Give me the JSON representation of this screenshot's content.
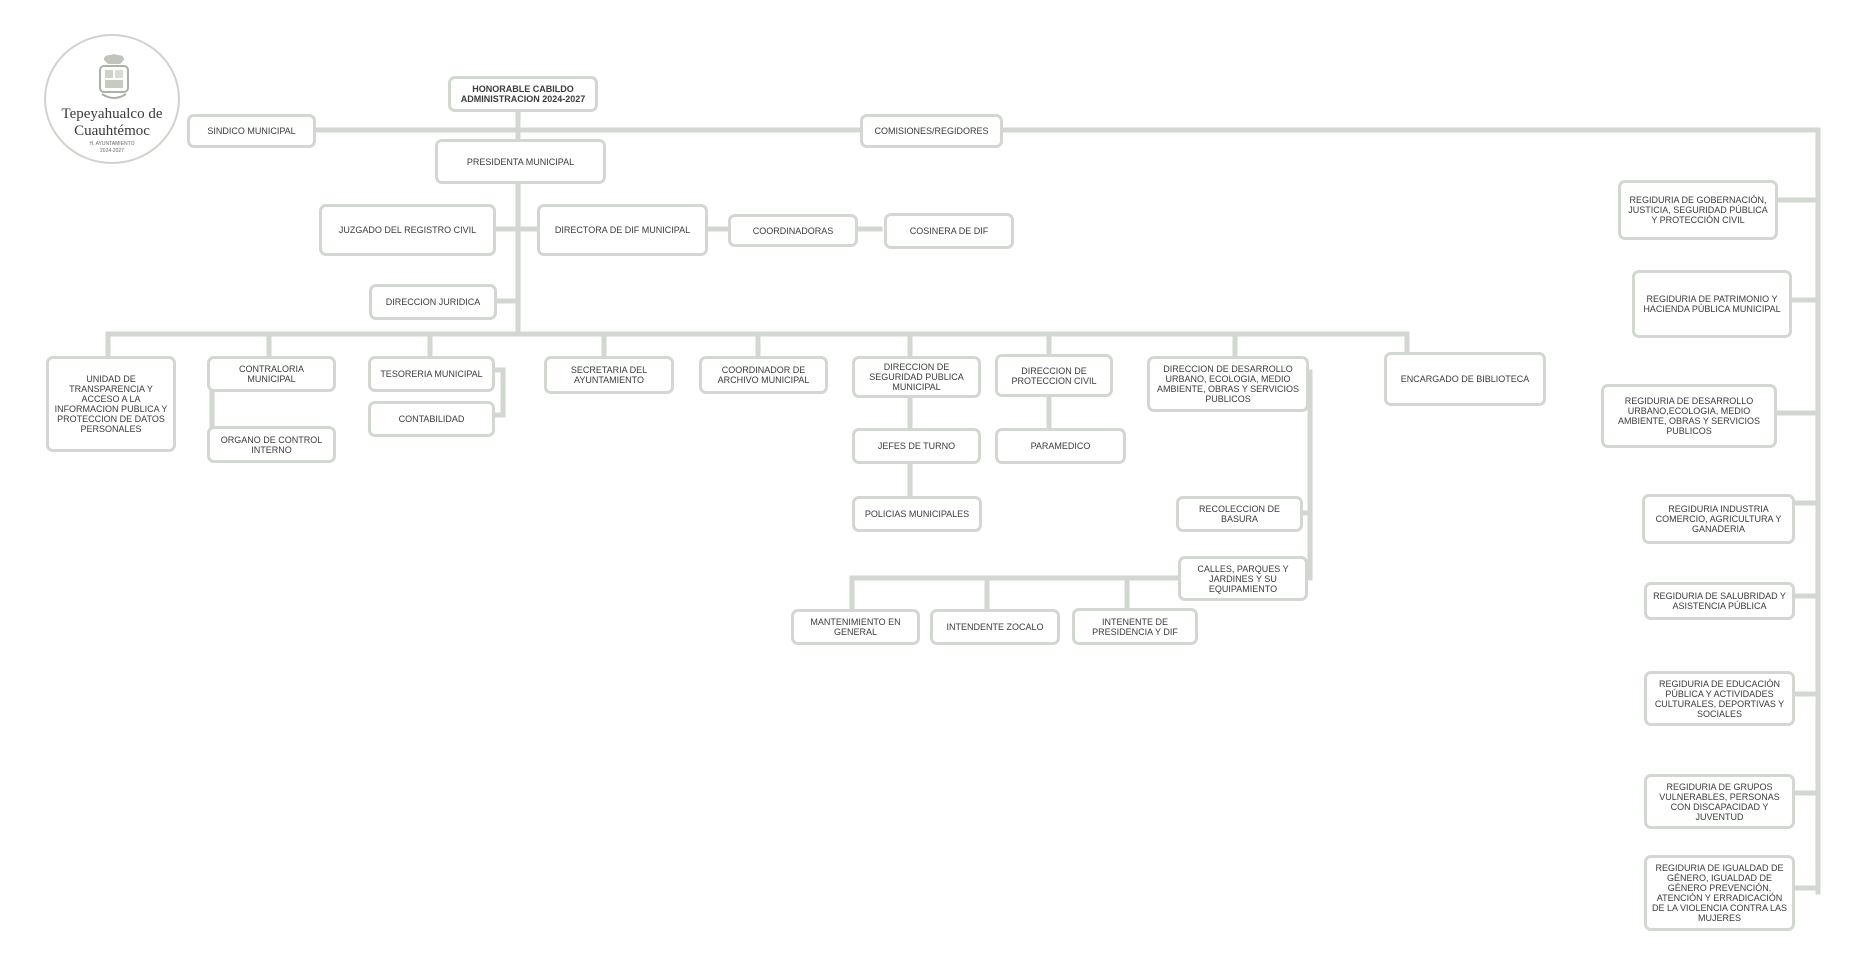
{
  "logo": {
    "name_line1": "Tepeyahualco de",
    "name_line2": "Cuauhtémoc",
    "subtitle": "H. AYUNTAMIENTO",
    "years": "2024-2027"
  },
  "colors": {
    "line": "#d3d7d1",
    "border": "#d3d7d1",
    "text": "#3b3b3b"
  },
  "nodes": {
    "cabildo": "HONORABLE CABILDO\nADMINISTRACION 2024-2027",
    "sindico": "SINDICO MUNICIPAL",
    "comisiones": "COMISIONES/REGIDORES",
    "presidenta": "PRESIDENTA MUNICIPAL",
    "juzgado": "JUZGADO DEL REGISTRO CIVIL",
    "dif": "DIRECTORA DE DIF MUNICIPAL",
    "coordinadoras": "COORDINADORAS",
    "cocinera": "COSINERA DE DIF",
    "juridica": "DIRECCION JURIDICA",
    "transparencia": "UNIDAD DE TRANSPARENCIA Y ACCESO A LA INFORMACION PUBLICA Y PROTECCION DE DATOS PERSONALES",
    "contraloria": "CONTRALORIA MUNICIPAL",
    "organo": "ORGANO DE CONTROL INTERNO",
    "tesoreria": "TESORERIA MUNICIPAL",
    "contabilidad": "CONTABILIDAD",
    "secretaria": "SECRETARIA DEL AYUNTAMIENTO",
    "archivo": "COORDINADOR DE ARCHIVO MUNICIPAL",
    "seguridad": "DIRECCION DE SEGURIDAD PUBLICA MUNICIPAL",
    "jefes": "JEFES DE TURNO",
    "policias": "POLICIAS MUNICIPALES",
    "proteccion": "DIRECCION DE PROTECCION CIVIL",
    "paramedico": "PARAMEDICO",
    "desarrollo": "DIRECCION DE DESARROLLO URBANO, ECOLOGIA, MEDIO AMBIENTE, OBRAS Y SERVICIOS PUBLICOS",
    "biblioteca": "ENCARGADO DE BIBLIOTECA",
    "basura": "RECOLECCION DE BASURA",
    "calles": "CALLES, PARQUES Y JARDINES Y SU EQUIPAMIENTO",
    "mantenimiento": "MANTENIMIENTO EN GENERAL",
    "zocalo": "INTENDENTE ZOCALO",
    "intendente_dif": "INTENENTE DE PRESIDENCIA Y DIF",
    "reg_gobernacion": "REGIDURIA DE GOBERNACIÓN, JUSTICIA, SEGURIDAD PÚBLICA Y PROTECCIÓN CIVIL",
    "reg_patrimonio": "REGIDURIA DE PATRIMONIO Y HACIENDA PÚBLICA MUNICIPAL",
    "reg_desarrollo": "REGIDURIA DE DESARROLLO URBANO,ECOLOGIA, MEDIO AMBIENTE, OBRAS Y SERVICIOS PUBLICOS",
    "reg_industria": "REGIDURIA INDUSTRIA COMERCIO, AGRICULTURA Y GANADERIA",
    "reg_salubridad": "REGIDURIA DE SALUBRIDAD Y ASISTENCIA PÚBLICA",
    "reg_educacion": "REGIDURIA DE EDUCACIÓN PÚBLICA Y ACTIVIDADES CULTURALES, DEPORTIVAS Y SOCIALES",
    "reg_grupos": "REGIDURIA DE GRUPOS VULNERABLES, PERSONAS CON DISCAPACIDAD Y JUVENTUD",
    "reg_igualdad": "REGIDURIA DE IGUALDAD DE GÉNERO, IGUALDAD DE GÉNERO PREVENCIÓN, ATENCIÓN Y ERRADICACIÓN DE LA VIOLENCIA CONTRA LAS MUJERES"
  }
}
